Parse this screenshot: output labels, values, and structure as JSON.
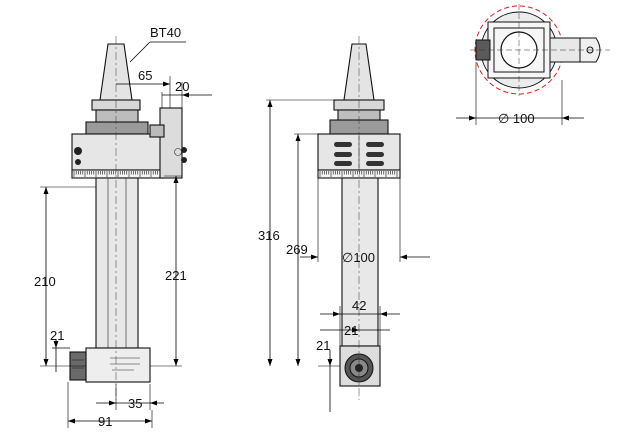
{
  "labels": {
    "taper": "BT40",
    "dim_65": "65",
    "dim_20": "20",
    "dim_210": "210",
    "dim_221": "221",
    "dim_21_left": "21",
    "dim_35": "35",
    "dim_91": "91",
    "dim_316": "316",
    "dim_269": "269",
    "dim_dia100_mid": "∅100",
    "dim_42": "42",
    "dim_21_mid": "21",
    "dim_21_mid_v": "21",
    "dim_dia100_top": "∅ 100"
  },
  "colors": {
    "outline": "#111111",
    "body_fill": "#e4e4e4",
    "dark_fill": "#3a3a3a",
    "circle_accent": "#d42020"
  }
}
